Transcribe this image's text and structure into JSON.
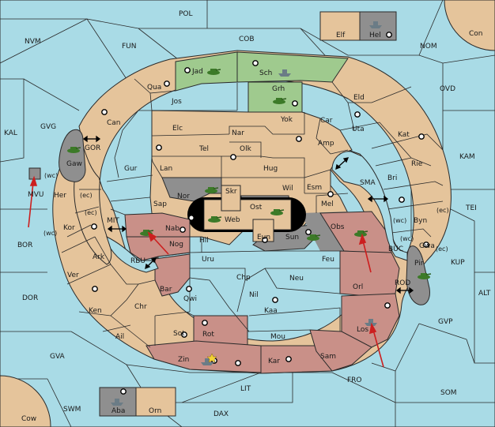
{
  "colors": {
    "sea": "#a9dbe6",
    "land": "#e5c49b",
    "green": "#9fca8e",
    "red": "#c99088",
    "gray": "#8f8f8f",
    "black": "#000000",
    "arrow": "#cc1f1f",
    "tank": "#3c7a28",
    "fleet": "#6b7c86"
  },
  "sea_labels": [
    {
      "id": "pol",
      "text": "POL"
    },
    {
      "id": "nvm",
      "text": "NVM"
    },
    {
      "id": "fun",
      "text": "FUN"
    },
    {
      "id": "cob",
      "text": "COB"
    },
    {
      "id": "nom",
      "text": "NOM"
    },
    {
      "id": "con",
      "text": "Con"
    },
    {
      "id": "ovd",
      "text": "OVD"
    },
    {
      "id": "kal",
      "text": "KAL"
    },
    {
      "id": "gvg",
      "text": "GVG"
    },
    {
      "id": "kam",
      "text": "KAM"
    },
    {
      "id": "sma",
      "text": "SMA"
    },
    {
      "id": "tei",
      "text": "TEI"
    },
    {
      "id": "mvu",
      "text": "MVU"
    },
    {
      "id": "bor",
      "text": "BOR"
    },
    {
      "id": "mit",
      "text": "MIT"
    },
    {
      "id": "rbu",
      "text": "RBU"
    },
    {
      "id": "buc",
      "text": "BUC"
    },
    {
      "id": "kup",
      "text": "KUP"
    },
    {
      "id": "dor",
      "text": "DOR"
    },
    {
      "id": "rod",
      "text": "ROD"
    },
    {
      "id": "alt",
      "text": "ALT"
    },
    {
      "id": "gvp",
      "text": "GVP"
    },
    {
      "id": "gva",
      "text": "GVA"
    },
    {
      "id": "fro",
      "text": "FRO"
    },
    {
      "id": "som",
      "text": "SOM"
    },
    {
      "id": "lit",
      "text": "LIT"
    },
    {
      "id": "swm",
      "text": "SWM"
    },
    {
      "id": "dax",
      "text": "DAX"
    },
    {
      "id": "cow",
      "text": "Cow"
    },
    {
      "id": "gor",
      "text": "GOR"
    }
  ],
  "land_labels": [
    {
      "id": "elf",
      "text": "Elf"
    },
    {
      "id": "hel",
      "text": "Hel"
    },
    {
      "id": "jad",
      "text": "Jad"
    },
    {
      "id": "sch",
      "text": "Sch"
    },
    {
      "id": "grh",
      "text": "Grh"
    },
    {
      "id": "qua",
      "text": "Qua"
    },
    {
      "id": "jos",
      "text": "Jos"
    },
    {
      "id": "eld",
      "text": "Eld"
    },
    {
      "id": "can",
      "text": "Can"
    },
    {
      "id": "yok",
      "text": "Yok"
    },
    {
      "id": "car",
      "text": "Car"
    },
    {
      "id": "uta",
      "text": "Uta"
    },
    {
      "id": "elc",
      "text": "Elc"
    },
    {
      "id": "nar",
      "text": "Nar"
    },
    {
      "id": "kat",
      "text": "Kat"
    },
    {
      "id": "tel",
      "text": "Tel"
    },
    {
      "id": "olk",
      "text": "Olk"
    },
    {
      "id": "amp",
      "text": "Amp"
    },
    {
      "id": "gaw",
      "text": "Gaw"
    },
    {
      "id": "gur",
      "text": "Gur"
    },
    {
      "id": "lan",
      "text": "Lan"
    },
    {
      "id": "hug",
      "text": "Hug"
    },
    {
      "id": "rie",
      "text": "Rie"
    },
    {
      "id": "bri",
      "text": "Bri"
    },
    {
      "id": "wil",
      "text": "Wil"
    },
    {
      "id": "esm",
      "text": "Esm"
    },
    {
      "id": "nor",
      "text": "Nor"
    },
    {
      "id": "skr",
      "text": "Skr"
    },
    {
      "id": "her",
      "text": "Her"
    },
    {
      "id": "sap",
      "text": "Sap"
    },
    {
      "id": "ost",
      "text": "Ost"
    },
    {
      "id": "mel",
      "text": "Mel"
    },
    {
      "id": "web",
      "text": "Web"
    },
    {
      "id": "byn",
      "text": "Byn"
    },
    {
      "id": "kor",
      "text": "Kor"
    },
    {
      "id": "nab",
      "text": "Nab"
    },
    {
      "id": "obs",
      "text": "Obs"
    },
    {
      "id": "eun",
      "text": "Eun"
    },
    {
      "id": "sun",
      "text": "Sun"
    },
    {
      "id": "hil",
      "text": "Hil"
    },
    {
      "id": "nog",
      "text": "Nog"
    },
    {
      "id": "gwa",
      "text": "Gwa"
    },
    {
      "id": "ark",
      "text": "Ark"
    },
    {
      "id": "uru",
      "text": "Uru"
    },
    {
      "id": "feu",
      "text": "Feu"
    },
    {
      "id": "pir",
      "text": "Pir"
    },
    {
      "id": "ver",
      "text": "Ver"
    },
    {
      "id": "chp",
      "text": "Chp"
    },
    {
      "id": "neu",
      "text": "Neu"
    },
    {
      "id": "orl",
      "text": "Orl"
    },
    {
      "id": "bar",
      "text": "Bar"
    },
    {
      "id": "nil",
      "text": "Nil"
    },
    {
      "id": "qwi",
      "text": "Qwi"
    },
    {
      "id": "ken",
      "text": "Ken"
    },
    {
      "id": "chr",
      "text": "Chr"
    },
    {
      "id": "kaa",
      "text": "Kaa"
    },
    {
      "id": "los",
      "text": "Los"
    },
    {
      "id": "ail",
      "text": "Ail"
    },
    {
      "id": "sot",
      "text": "Sot"
    },
    {
      "id": "rot",
      "text": "Rot"
    },
    {
      "id": "mou",
      "text": "Mou"
    },
    {
      "id": "sam",
      "text": "Sam"
    },
    {
      "id": "zin",
      "text": "Zin"
    },
    {
      "id": "kar",
      "text": "Kar"
    },
    {
      "id": "aba",
      "text": "Aba"
    },
    {
      "id": "orn",
      "text": "Orn"
    }
  ],
  "coast_labels": [
    {
      "id": "wc1",
      "text": "(wc)"
    },
    {
      "id": "ec1",
      "text": "(ec)"
    },
    {
      "id": "ec2",
      "text": "(ec)"
    },
    {
      "id": "wc2",
      "text": "(wc)"
    },
    {
      "id": "wc3",
      "text": "(wc)"
    },
    {
      "id": "ec3",
      "text": "(ec)"
    },
    {
      "id": "wc4",
      "text": "(wc)"
    },
    {
      "id": "ec4",
      "text": "(ec)"
    }
  ]
}
